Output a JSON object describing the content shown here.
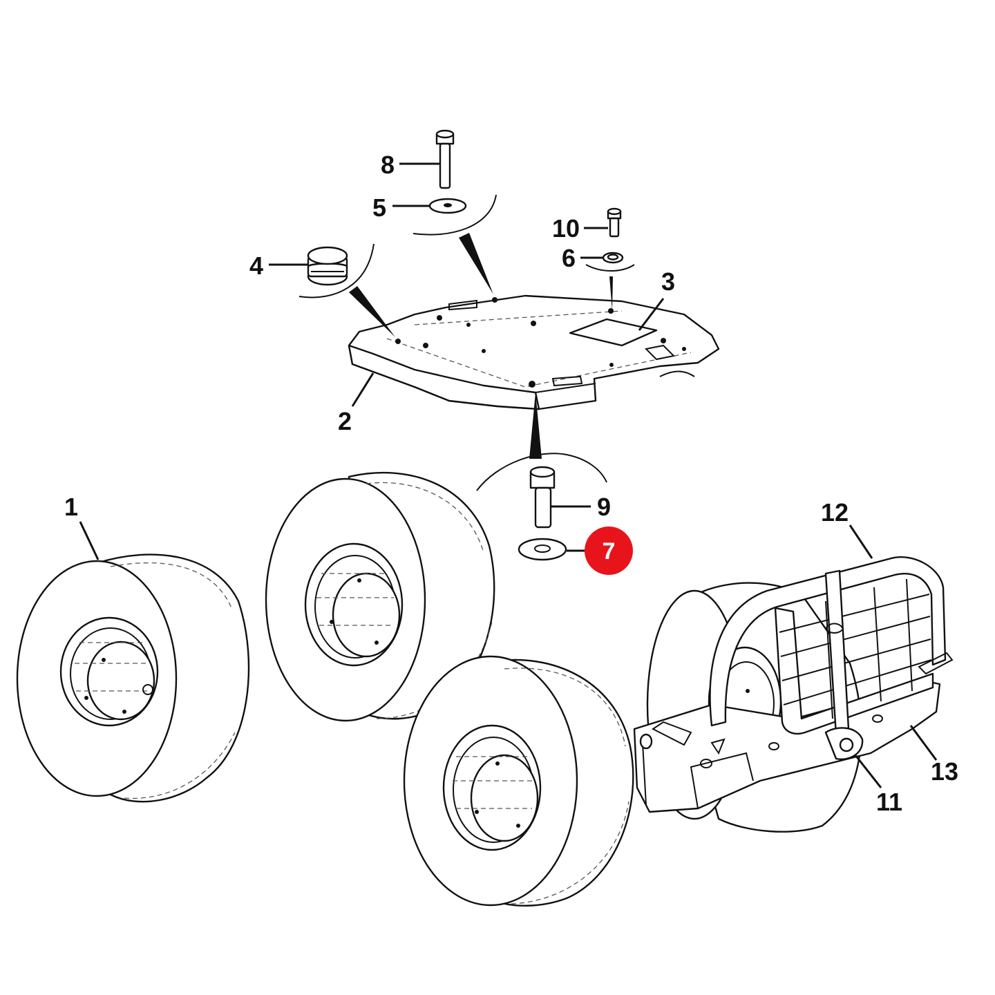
{
  "diagram": {
    "highlight_color": "#e8141c",
    "label_color": "#111111",
    "callouts": {
      "c1": "1",
      "c2": "2",
      "c3": "3",
      "c4": "4",
      "c5": "5",
      "c6": "6",
      "c7": "7",
      "c8": "8",
      "c9": "9",
      "c10": "10",
      "c11": "11",
      "c12": "12",
      "c13": "13"
    },
    "highlighted_callout": "7"
  }
}
